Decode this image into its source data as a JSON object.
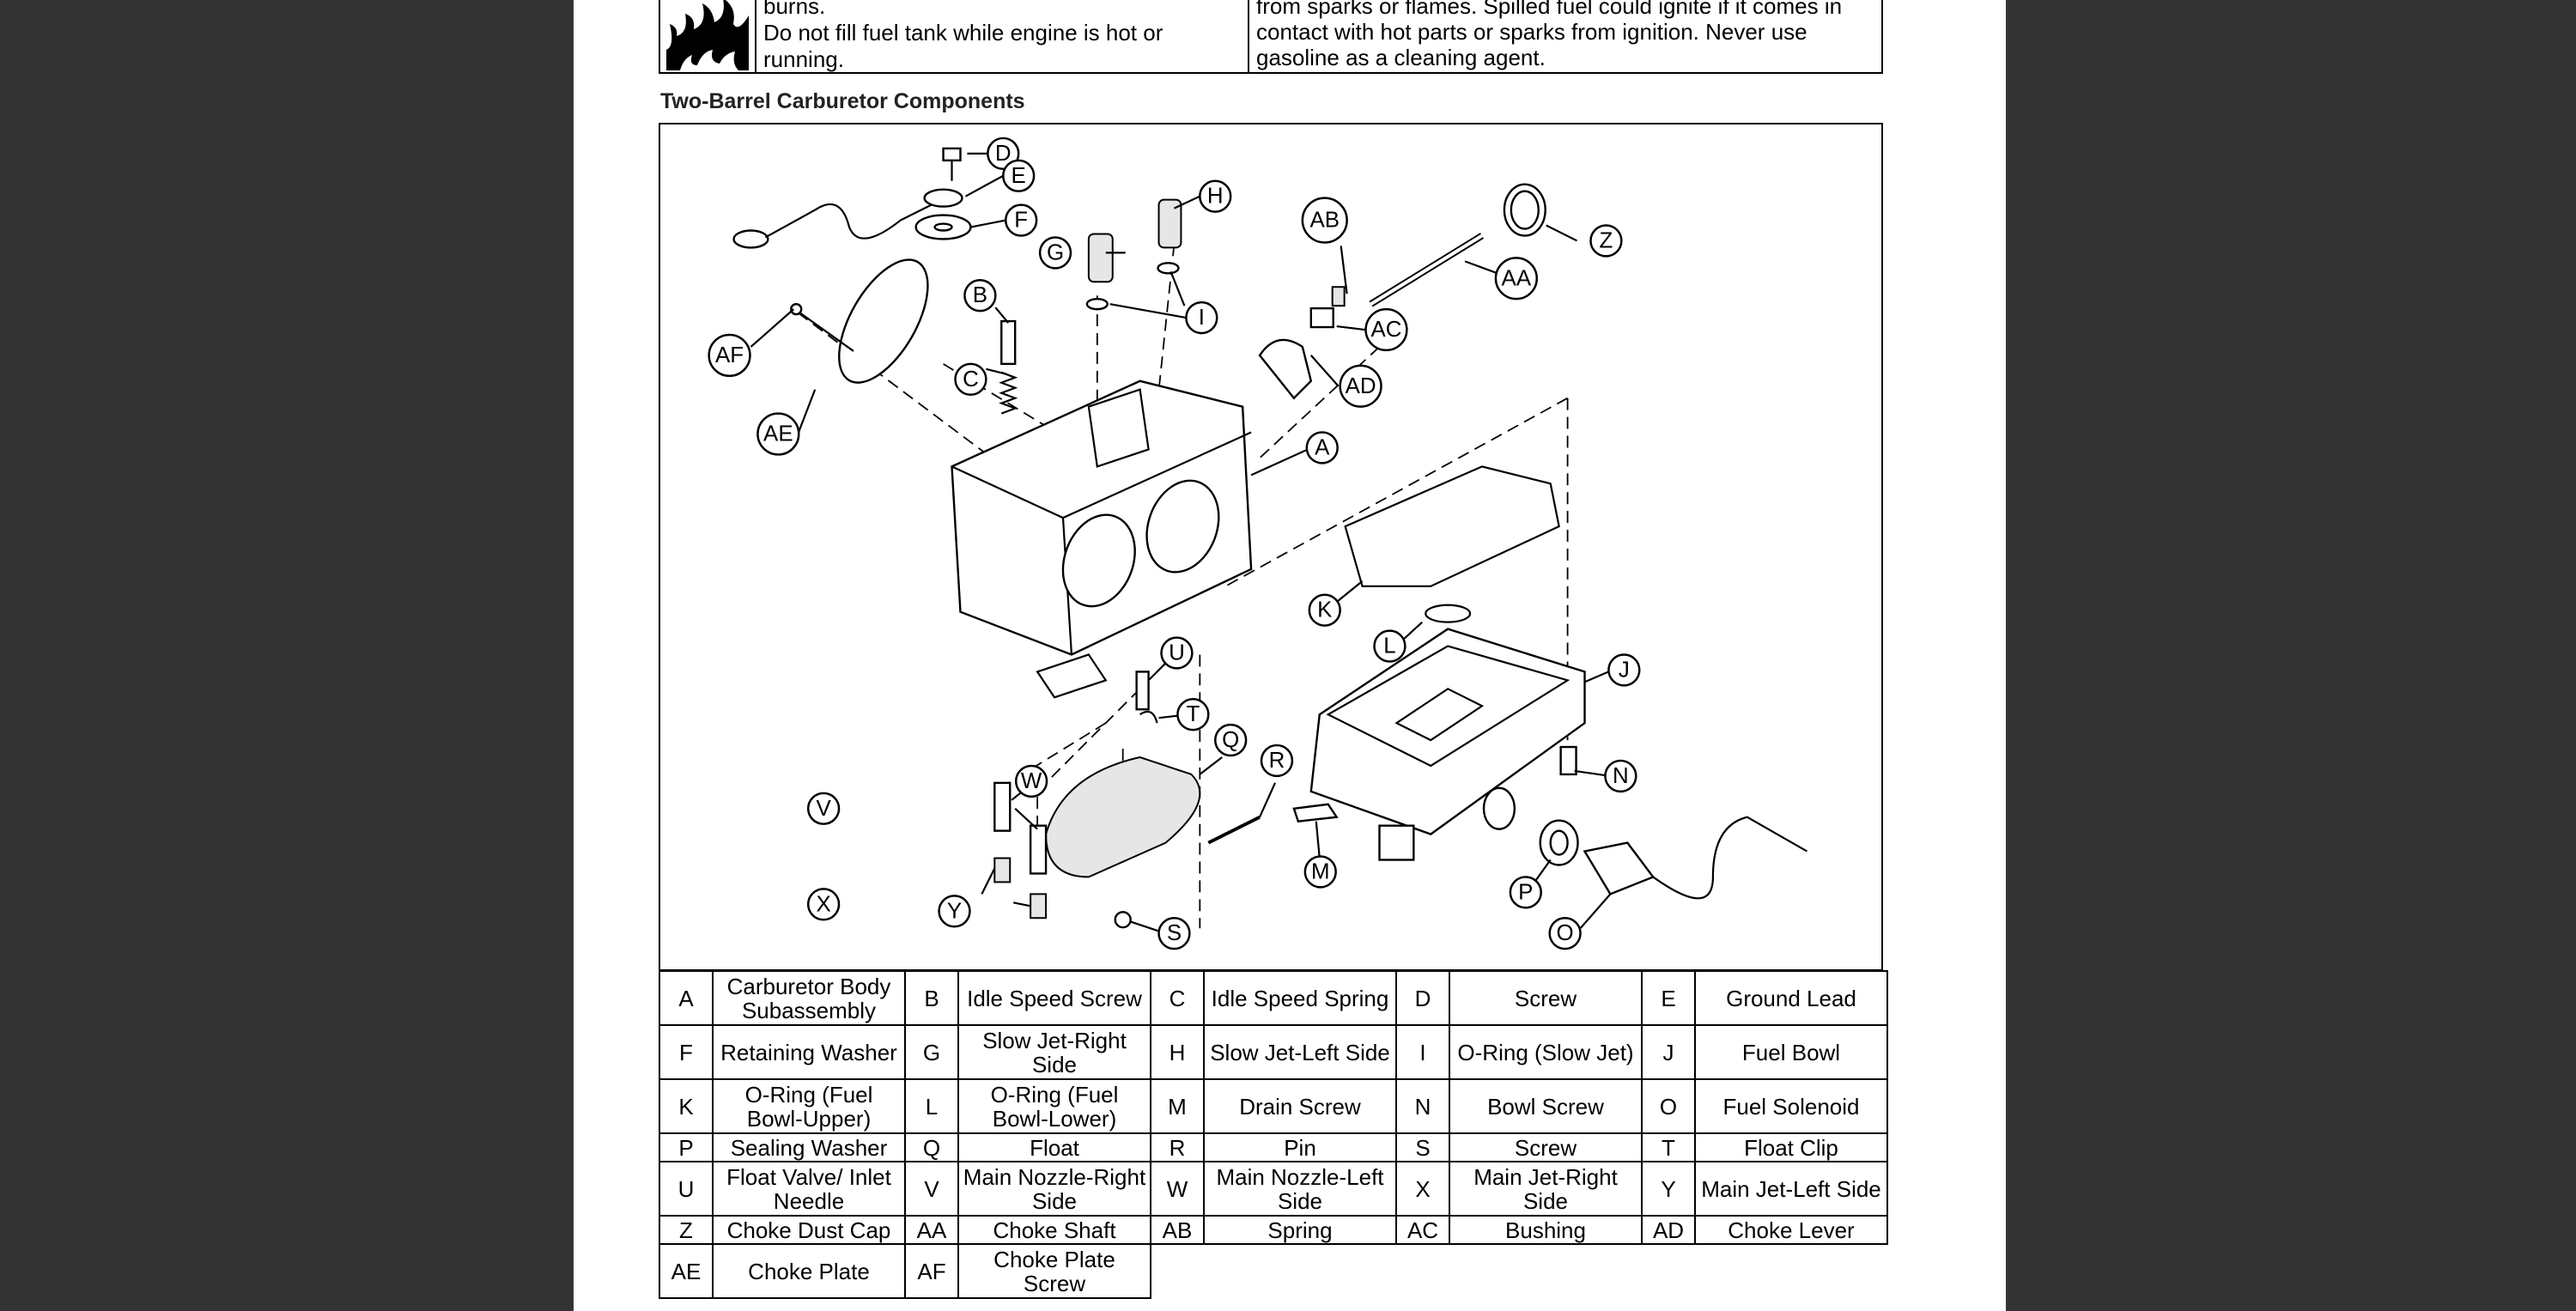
{
  "warning": {
    "left_line1": "burns.",
    "left_line2": "Do not fill fuel tank while engine is hot or running.",
    "right_text": "from sparks or flames. Spilled fuel could ignite if it comes in contact with hot parts or sparks from ignition. Never use gasoline as a cleaning agent.",
    "icon": "fire-hazard-icon"
  },
  "section_title": "Two-Barrel Carburetor Components",
  "diagram": {
    "callouts": [
      "D",
      "E",
      "F",
      "H",
      "G",
      "I",
      "AB",
      "AA",
      "Z",
      "AC",
      "AD",
      "AF",
      "B",
      "C",
      "AE",
      "A",
      "K",
      "L",
      "J",
      "U",
      "T",
      "Q",
      "R",
      "N",
      "W",
      "V",
      "M",
      "P",
      "X",
      "Y",
      "S",
      "O"
    ]
  },
  "legend": [
    [
      {
        "k": "A",
        "v": "Carburetor Body Subassembly"
      },
      {
        "k": "B",
        "v": "Idle Speed Screw"
      },
      {
        "k": "C",
        "v": "Idle Speed Spring"
      },
      {
        "k": "D",
        "v": "Screw"
      },
      {
        "k": "E",
        "v": "Ground Lead"
      }
    ],
    [
      {
        "k": "F",
        "v": "Retaining Washer"
      },
      {
        "k": "G",
        "v": "Slow Jet-Right Side"
      },
      {
        "k": "H",
        "v": "Slow Jet-Left Side"
      },
      {
        "k": "I",
        "v": "O-Ring (Slow Jet)"
      },
      {
        "k": "J",
        "v": "Fuel Bowl"
      }
    ],
    [
      {
        "k": "K",
        "v": "O-Ring (Fuel Bowl-Upper)"
      },
      {
        "k": "L",
        "v": "O-Ring (Fuel Bowl-Lower)"
      },
      {
        "k": "M",
        "v": "Drain Screw"
      },
      {
        "k": "N",
        "v": "Bowl Screw"
      },
      {
        "k": "O",
        "v": "Fuel Solenoid"
      }
    ],
    [
      {
        "k": "P",
        "v": "Sealing Washer"
      },
      {
        "k": "Q",
        "v": "Float"
      },
      {
        "k": "R",
        "v": "Pin"
      },
      {
        "k": "S",
        "v": "Screw"
      },
      {
        "k": "T",
        "v": "Float Clip"
      }
    ],
    [
      {
        "k": "U",
        "v": "Float Valve/ Inlet Needle"
      },
      {
        "k": "V",
        "v": "Main Nozzle-Right Side"
      },
      {
        "k": "W",
        "v": "Main Nozzle-Left Side"
      },
      {
        "k": "X",
        "v": "Main Jet-Right Side"
      },
      {
        "k": "Y",
        "v": "Main Jet-Left Side"
      }
    ],
    [
      {
        "k": "Z",
        "v": "Choke Dust Cap"
      },
      {
        "k": "AA",
        "v": "Choke Shaft"
      },
      {
        "k": "AB",
        "v": "Spring"
      },
      {
        "k": "AC",
        "v": "Bushing"
      },
      {
        "k": "AD",
        "v": "Choke Lever"
      }
    ],
    [
      {
        "k": "AE",
        "v": "Choke Plate"
      },
      {
        "k": "AF",
        "v": "Choke Plate Screw"
      }
    ]
  ]
}
